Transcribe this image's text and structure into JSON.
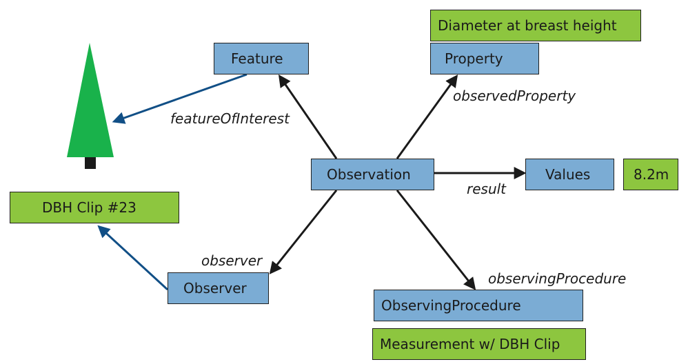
{
  "nodes": {
    "feature": "Feature",
    "property": "Property",
    "observation": "Observation",
    "values": "Values",
    "observer": "Observer",
    "observing_procedure": "ObservingProcedure"
  },
  "examples": {
    "property_example": "Diameter at breast height",
    "value_example": "8.2m",
    "observer_example": "DBH Clip #23",
    "procedure_example": "Measurement w/ DBH Clip"
  },
  "relations": {
    "feature_of_interest": "featureOfInterest",
    "observed_property": "observedProperty",
    "result": "result",
    "observer": "observer",
    "observing_procedure": "observingProcedure"
  },
  "colors": {
    "concept_box": "#7bacd4",
    "example_box": "#8dc63f",
    "tree_foliage": "#19b24b",
    "tree_trunk": "#1a1a1a",
    "link_arrow": "#114f86",
    "relation_arrow": "#1a1a1a"
  },
  "icons": [
    "tree-icon"
  ]
}
